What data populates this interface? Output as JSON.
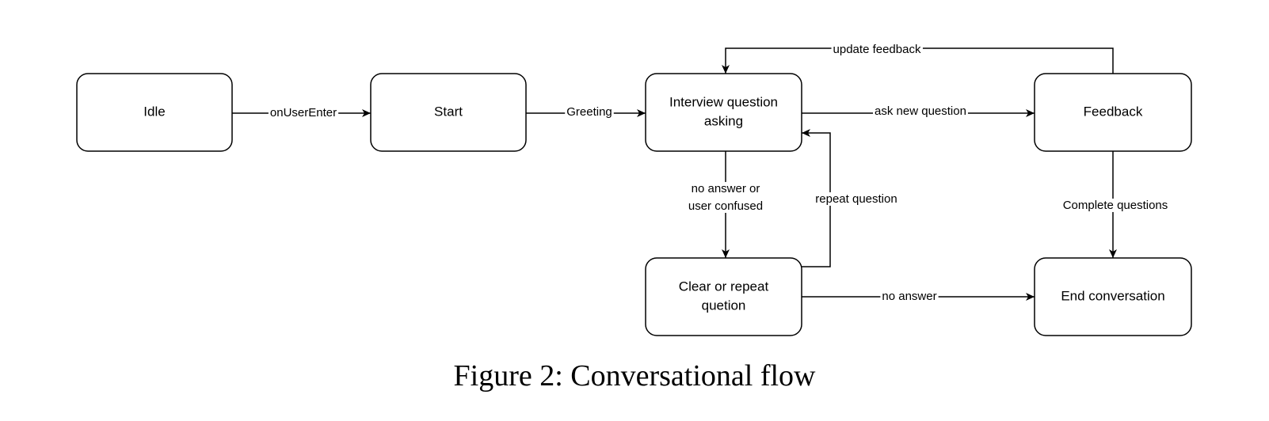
{
  "diagram": {
    "nodes": [
      {
        "id": "idle",
        "lines": [
          "Idle"
        ]
      },
      {
        "id": "start",
        "lines": [
          "Start"
        ]
      },
      {
        "id": "interview",
        "lines": [
          "Interview question",
          "asking"
        ]
      },
      {
        "id": "feedback",
        "lines": [
          "Feedback"
        ]
      },
      {
        "id": "clear",
        "lines": [
          "Clear or repeat",
          "quetion"
        ]
      },
      {
        "id": "end",
        "lines": [
          "End conversation"
        ]
      }
    ],
    "edges": [
      {
        "id": "on-user-enter",
        "from": "idle",
        "to": "start",
        "lines": [
          "onUserEnter"
        ]
      },
      {
        "id": "greeting",
        "from": "start",
        "to": "interview",
        "lines": [
          "Greeting"
        ]
      },
      {
        "id": "ask-new-question",
        "from": "interview",
        "to": "feedback",
        "lines": [
          "ask new question"
        ]
      },
      {
        "id": "update-feedback",
        "from": "feedback",
        "to": "interview",
        "lines": [
          "update feedback"
        ]
      },
      {
        "id": "no-answer-confused",
        "from": "interview",
        "to": "clear",
        "lines": [
          "no answer or",
          "user confused"
        ]
      },
      {
        "id": "repeat-question",
        "from": "clear",
        "to": "interview",
        "lines": [
          "repeat question"
        ]
      },
      {
        "id": "no-answer",
        "from": "clear",
        "to": "end",
        "lines": [
          "no answer"
        ]
      },
      {
        "id": "complete-questions",
        "from": "feedback",
        "to": "end",
        "lines": [
          "Complete questions"
        ]
      }
    ]
  },
  "caption": "Figure 2: Conversational flow",
  "colors": {
    "stroke": "#000000",
    "fill": "#ffffff",
    "text": "#000000"
  }
}
